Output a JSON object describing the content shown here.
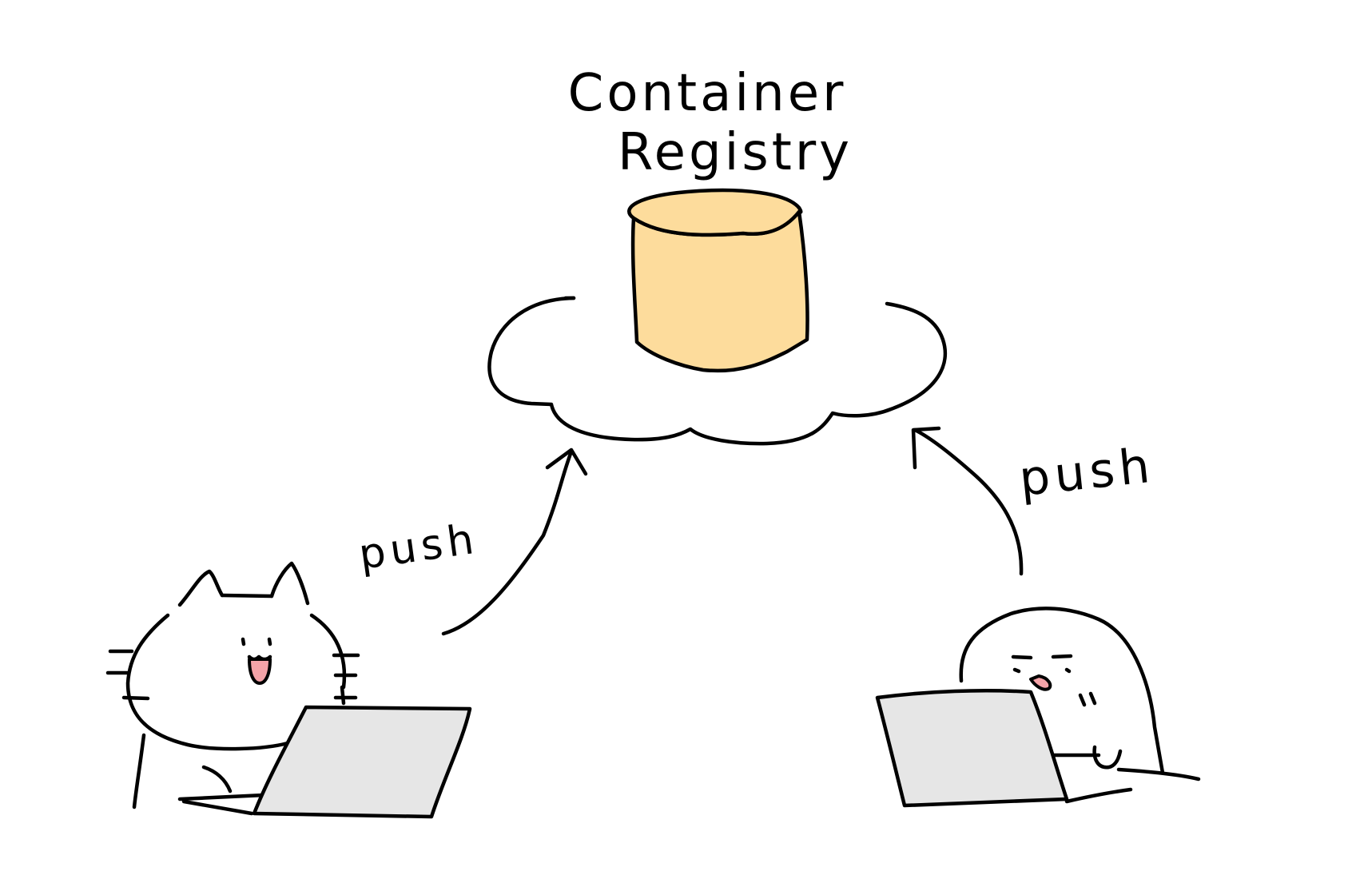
{
  "registry": {
    "line1": "Container",
    "line2": "Registry"
  },
  "arrows": {
    "left_label": "push",
    "right_label": "push"
  },
  "colors": {
    "database_fill": "#FDDC9C",
    "laptop_fill": "#E6E6E6",
    "tongue_fill": "#F4A3A8",
    "stroke": "#000000",
    "background": "#FFFFFF"
  },
  "actors": {
    "left": "cat-icon",
    "right": "ghost-icon"
  }
}
